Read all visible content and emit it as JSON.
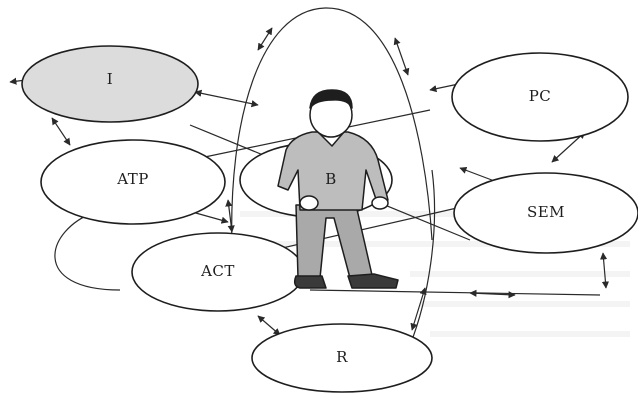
{
  "diagram": {
    "nodes": {
      "I": "I",
      "PC": "PC",
      "ATP": "ATP",
      "B": "B",
      "SEM": "SEM",
      "ACT": "ACT",
      "R": "R"
    }
  }
}
